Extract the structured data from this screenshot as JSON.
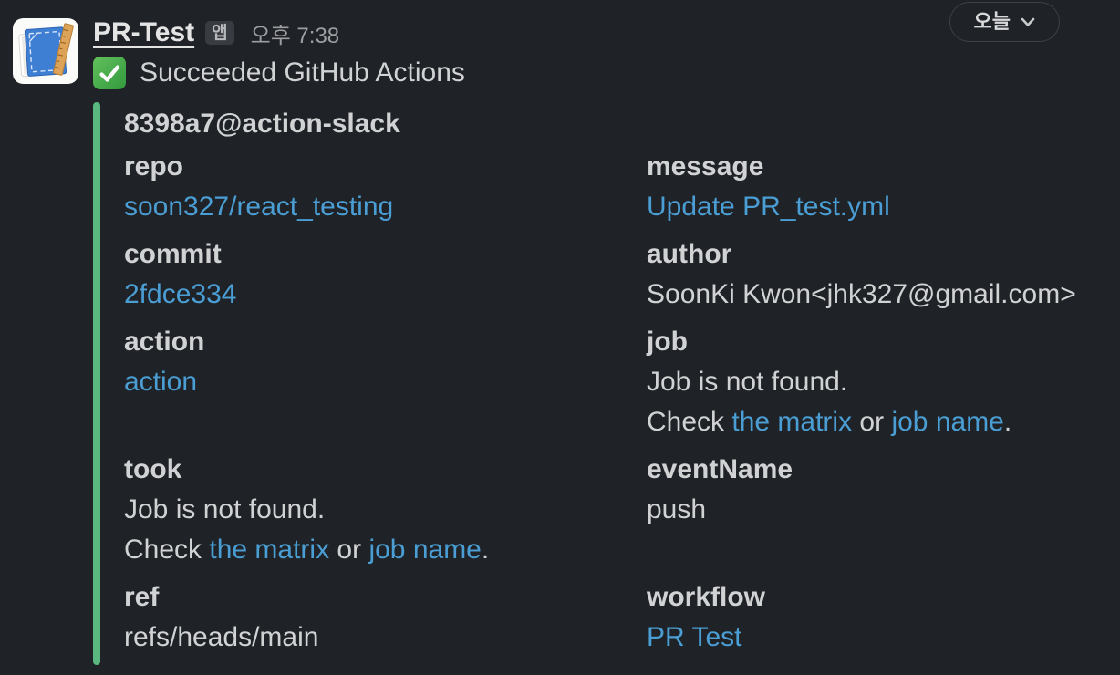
{
  "colors": {
    "page_bg": "#1f2226",
    "text_primary": "#d1d2d3",
    "text_secondary": "#9d9ea1",
    "link_blue": "#4a9ed4",
    "attachment_bar_green": "#5ab77f",
    "badge_bg": "#383b3f",
    "emoji_green": "#3fa547"
  },
  "header": {
    "app_name": "PR-Test",
    "app_badge": "앱",
    "timestamp": "오후 7:38",
    "avatar_icon": "blueprint-ruler-app-icon",
    "status_emoji": "white-check-mark-emoji",
    "status_text": "Succeeded GitHub Actions"
  },
  "date_pill": {
    "label": "오늘",
    "chevron_icon": "chevron-down-icon"
  },
  "attachment": {
    "title": "8398a7@action-slack",
    "fields": [
      {
        "label": "repo",
        "parts": [
          {
            "text": "soon327/react_testing",
            "link": true
          }
        ]
      },
      {
        "label": "message",
        "parts": [
          {
            "text": "Update PR_test.yml",
            "link": true
          }
        ]
      },
      {
        "label": "commit",
        "parts": [
          {
            "text": "2fdce334",
            "link": true
          }
        ]
      },
      {
        "label": "author",
        "parts": [
          {
            "text": "SoonKi Kwon<jhk327@gmail.com>",
            "link": false
          }
        ]
      },
      {
        "label": "action",
        "parts": [
          {
            "text": "action",
            "link": true
          }
        ]
      },
      {
        "label": "job",
        "parts": [
          {
            "text": "Job is not found.",
            "link": false
          },
          {
            "br": true
          },
          {
            "text": "Check ",
            "link": false
          },
          {
            "text": "the matrix",
            "link": true
          },
          {
            "text": " or ",
            "link": false
          },
          {
            "text": "job name",
            "link": true
          },
          {
            "text": ".",
            "link": false
          }
        ]
      },
      {
        "label": "took",
        "parts": [
          {
            "text": "Job is not found.",
            "link": false
          },
          {
            "br": true
          },
          {
            "text": "Check ",
            "link": false
          },
          {
            "text": "the matrix",
            "link": true
          },
          {
            "text": " or ",
            "link": false
          },
          {
            "text": "job name",
            "link": true
          },
          {
            "text": ".",
            "link": false
          }
        ]
      },
      {
        "label": "eventName",
        "parts": [
          {
            "text": "push",
            "link": false
          }
        ]
      },
      {
        "label": "ref",
        "parts": [
          {
            "text": "refs/heads/main",
            "link": false
          }
        ]
      },
      {
        "label": "workflow",
        "parts": [
          {
            "text": "PR Test",
            "link": true
          }
        ]
      }
    ]
  }
}
